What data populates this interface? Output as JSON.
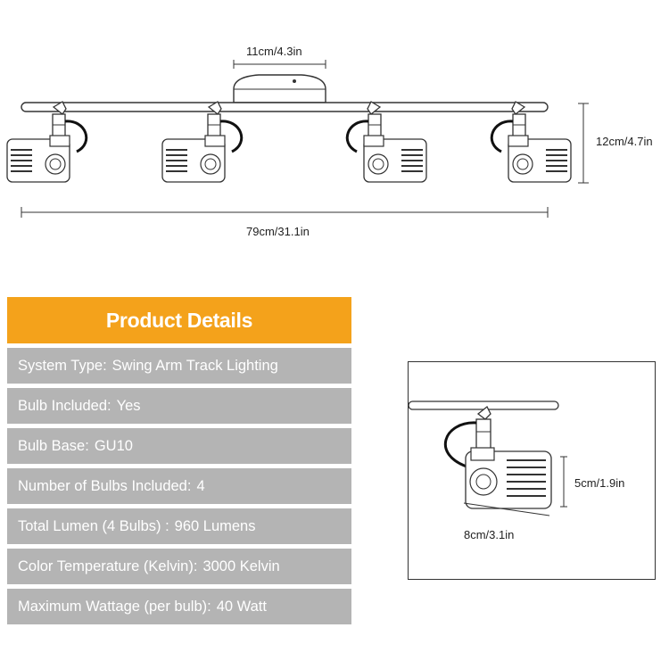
{
  "dimensions": {
    "top_width": "11cm/4.3in",
    "height": "12cm/4.7in",
    "length": "79cm/31.1in",
    "spot_height": "5cm/1.9in",
    "spot_length": "8cm/3.1in"
  },
  "details": {
    "title": "Product Details",
    "rows": [
      {
        "key": "System Type:",
        "value": "Swing Arm Track Lighting"
      },
      {
        "key": "Bulb Included:",
        "value": "Yes"
      },
      {
        "key": "Bulb Base:",
        "value": "GU10"
      },
      {
        "key": "Number of Bulbs Included:",
        "value": "4"
      },
      {
        "key": "Total Lumen (4 Bulbs) :",
        "value": "960 Lumens"
      },
      {
        "key": "Color Temperature (Kelvin):",
        "value": "3000 Kelvin"
      },
      {
        "key": "Maximum Wattage (per bulb):",
        "value": "40 Watt"
      }
    ]
  },
  "colors": {
    "header": "#f4a21b",
    "row": "#b4b4b4",
    "line": "#333333"
  }
}
